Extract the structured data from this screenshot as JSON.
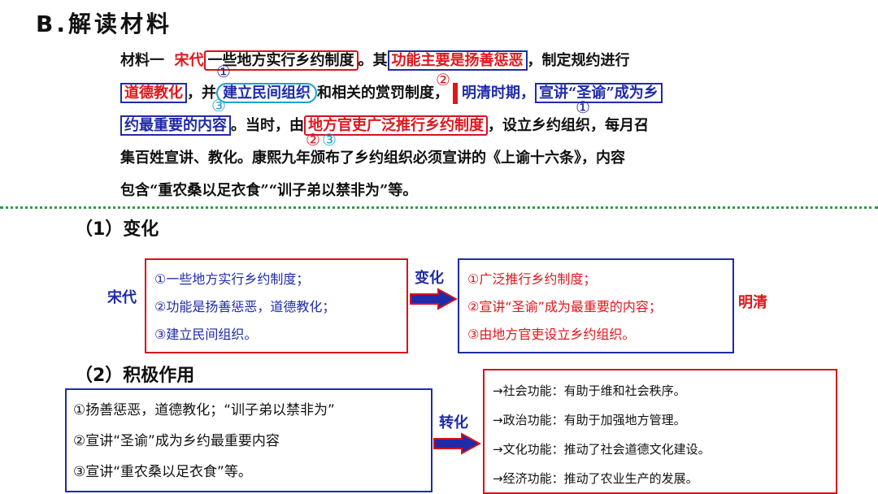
{
  "title": "B.解读材料",
  "passage": {
    "label": "材料一",
    "song": "宋代",
    "s1": "一些地方实行乡约制度",
    "s1_end": "。其",
    "s2": "功能主要是扬善惩恶",
    "s2_end": "，制定规约进行",
    "s3": "道德教化",
    "s3_mid": "，并",
    "s4": "建立民间组织",
    "s4_end": "和相关的赏罚制度，",
    "ming": "明清时期，",
    "s5a": "宣讲“圣谕”成为乡",
    "s5b": "约最重要的内容",
    "s5b_end": "。当时，由",
    "s6": "地方官吏广泛推行乡约制度",
    "s6_end": "，设立乡约组织，每月召",
    "line4": "集百姓宣讲、教化。康熙九年颁布了乡约组织必须宣讲的《上谕十六条》，内容",
    "line5": "包含“重农桑以足衣食”“训子弟以禁非为”等。",
    "m1": "①",
    "m2": "②",
    "m3": "③",
    "m4": "①",
    "m5": "②",
    "m6": "③"
  },
  "section1": {
    "heading": "（1）变化",
    "left_label": "宋代",
    "right_label": "明清",
    "arrow_label": "变化",
    "song_items": [
      "①一些地方实行乡约制度；",
      "②功能是扬善惩恶，道德教化；",
      "③建立民间组织。"
    ],
    "ming_items": [
      "①广泛推行乡约制度；",
      "②宣讲“圣谕”成为最重要的内容；",
      "③由地方官吏设立乡约组织。"
    ]
  },
  "section2": {
    "heading": "（2）积极作用",
    "arrow_label": "转化",
    "items": [
      "①扬善惩恶，道德教化；“训子弟以禁非为”",
      "②宣讲“圣谕”成为乡约最重要内容",
      "③宣讲“重农桑以足衣食”等。"
    ],
    "functions": [
      "→社会功能：有助于维和社会秩序。",
      "→政治功能：有助于加强地方管理。",
      "→文化功能：推动了社会道德文化建设。",
      "→经济功能：推动了农业生产的发展。"
    ]
  },
  "colors": {
    "red": "#e0161b",
    "blue": "#1f2ba8",
    "cyan": "#1aa3cf",
    "green": "#2e9c3c"
  }
}
